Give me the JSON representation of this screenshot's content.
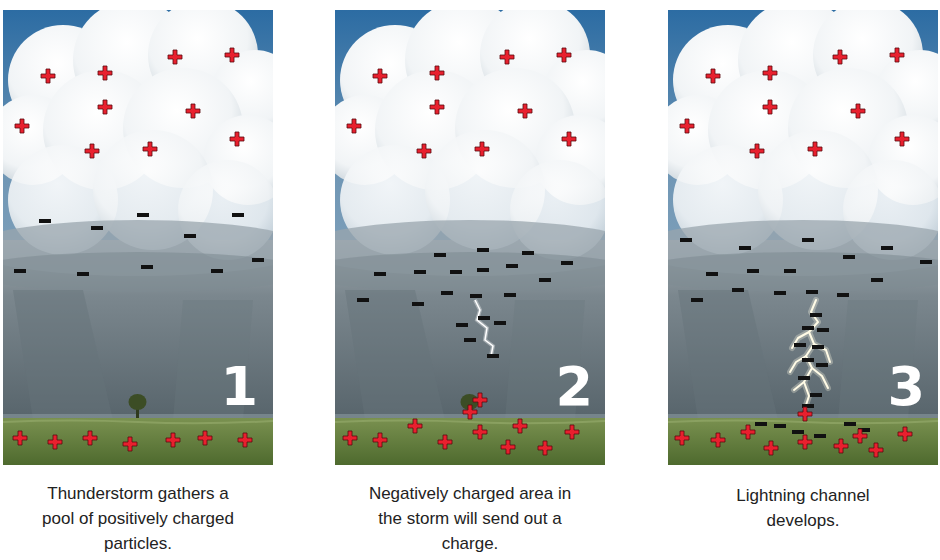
{
  "diagram": {
    "labels": [
      "1",
      "2",
      "3",
      "Thunderstorm gathers a pool of positively charged particles.",
      "Negatively charged area in the storm will send out a charge.",
      "Lightning channel develops."
    ]
  }
}
